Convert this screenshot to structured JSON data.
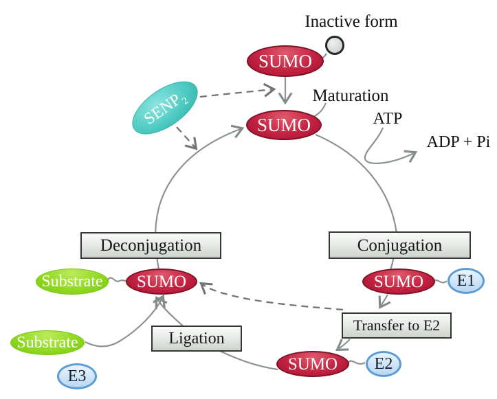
{
  "annotations": {
    "inactive_form": "Inactive form",
    "maturation": "Maturation",
    "atp": "ATP",
    "adp_pi": "ADP + Pi"
  },
  "process_boxes": {
    "deconjugation": {
      "label": "Deconjugation"
    },
    "conjugation": {
      "label": "Conjugation"
    },
    "transfer_to_e2": {
      "label": "Transfer to E2"
    },
    "ligation": {
      "label": "Ligation"
    }
  },
  "nodes": {
    "sumo_inactive": {
      "label": "SUMO"
    },
    "sumo_mature": {
      "label": "SUMO"
    },
    "sumo_with_e1": {
      "label": "SUMO"
    },
    "sumo_with_e2": {
      "label": "SUMO"
    },
    "sumo_on_substrate": {
      "label": "SUMO"
    },
    "senp2": {
      "label": "SENP",
      "subscript": "2"
    },
    "substrate_upper": {
      "label": "Substrate"
    },
    "substrate_lower": {
      "label": "Substrate"
    },
    "e1": {
      "label": "E1"
    },
    "e2": {
      "label": "E2"
    },
    "e3": {
      "label": "E3"
    }
  },
  "colors": {
    "sumo_red": "#c42241",
    "sumo_border": "#7e1125",
    "substrate_green": "#8ed71f",
    "senp_teal": "#4cc9c0",
    "enzyme_blue_fill": "#cfe4f8",
    "enzyme_blue_border": "#5b9bd5",
    "box_border": "#333633",
    "box_fill": "#e8ebe8",
    "solid_line": "#8b938f",
    "dashed_line": "#6f7673",
    "text_dark": "#141414",
    "background": "#ffffff"
  }
}
